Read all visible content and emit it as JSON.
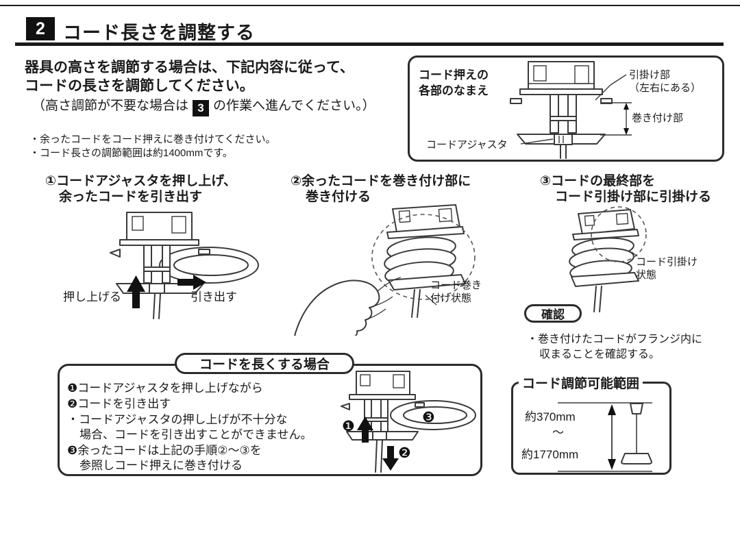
{
  "header": {
    "number": "2",
    "title": "コード長さを調整する"
  },
  "intro": {
    "line1": "器具の高さを調節する場合は、下記内容に従って、",
    "line2": "コードの長さを調節してください。"
  },
  "note": {
    "pre": "（高さ調節が不要な場合は",
    "step": "3",
    "post": "の作業へ進んでください。）"
  },
  "bullets": {
    "item1": "・余ったコードをコード押えに巻き付けてください。",
    "item2": "・コード長さの調節範囲は約1400mmです。"
  },
  "parts_box": {
    "title1": "コード押えの",
    "title2": "各部のなまえ",
    "hook1": "引掛け部",
    "hook2": "（左右にある）",
    "winding": "巻き付け部",
    "adjuster": "コードアジャスタ"
  },
  "step1": {
    "title1": "①コードアジャスタを押し上げ、",
    "title2": "余ったコードを引き出す",
    "push": "押し上げる",
    "pull": "引き出す"
  },
  "step2": {
    "title1": "②余ったコードを巻き付け部に",
    "title2": "巻き付ける",
    "state1": "コード巻き",
    "state2": "付け状態"
  },
  "step3": {
    "title1": "③コードの最終部を",
    "title2": "コード引掛け部に引掛ける",
    "state1": "コード引掛け",
    "state2": "状態"
  },
  "confirm": {
    "badge": "確認",
    "line1": "・巻き付けたコードがフランジ内に",
    "line2": "収まることを確認する。"
  },
  "lengthen": {
    "title": "コードを長くする場合",
    "item1": "❶コードアジャスタを押し上げながら",
    "item2": "❷コードを引き出す",
    "note1": "・コードアジャスタの押し上げが不十分な",
    "note2": "場合、コードを引き出すことができません。",
    "item3a": "❸余ったコードは上記の手順②～③を",
    "item3b": "参照しコード押えに巻き付ける",
    "m1": "❶",
    "m2": "❷",
    "m3": "❸"
  },
  "range": {
    "title": "コード調節可能範囲",
    "min": "約370mm",
    "tilde": "～",
    "max": "約1770mm"
  }
}
